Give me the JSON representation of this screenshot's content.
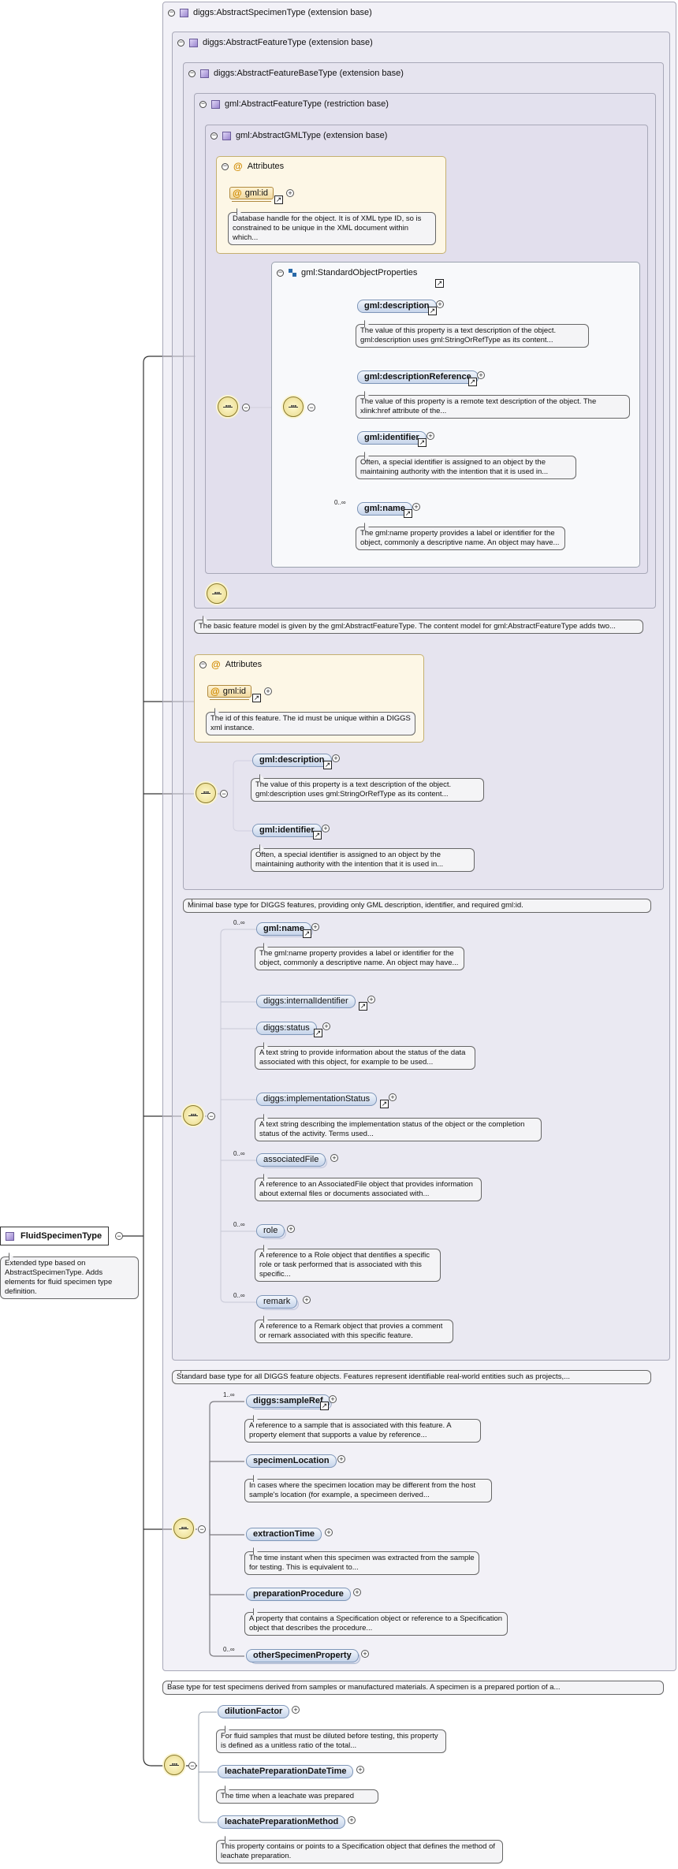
{
  "root": {
    "name": "FluidSpecimenType",
    "doc": "Extended type based on AbstractSpecimenType. Adds elements for fluid specimen type definition."
  },
  "types": {
    "specimen": "diggs:AbstractSpecimenType (extension base)",
    "feature": "diggs:AbstractFeatureType (extension base)",
    "featureBase": "diggs:AbstractFeatureBaseType (extension base)",
    "gmlFeature": "gml:AbstractFeatureType (restriction base)",
    "gmlType": "gml:AbstractGMLType (extension base)"
  },
  "attributes_label": "Attributes",
  "gml_attr": {
    "name": "gml:id",
    "doc": "Database handle for the object. It is of XML type ID, so is constrained to be unique in the XML document within which..."
  },
  "sop": {
    "title": "gml:StandardObjectProperties",
    "items": [
      {
        "name": "gml:description",
        "card": "",
        "doc": "The value of this property is a text description of the object. gml:description uses gml:StringOrRefType as its content..."
      },
      {
        "name": "gml:descriptionReference",
        "card": "",
        "doc": "The value of this property is a remote text description of the object. The xlink:href attribute of the..."
      },
      {
        "name": "gml:identifier",
        "card": "",
        "doc": "Often, a special identifier is assigned to an object by the maintaining authority with the intention that it is used in..."
      },
      {
        "name": "gml:name",
        "card": "0..∞",
        "doc": "The gml:name property provides a label or identifier for the object, commonly a descriptive name. An object may have..."
      }
    ]
  },
  "gmlFeature_doc": "The basic feature model is given by the gml:AbstractFeatureType. The content model for gml:AbstractFeatureType adds two...",
  "fb_attr": {
    "name": "gml:id",
    "doc": "The id of this feature. The id must be unique within a DIGGS xml instance."
  },
  "fb_items": [
    {
      "name": "gml:description",
      "doc": "The value of this property is a text description of the object. gml:description uses gml:StringOrRefType as its content..."
    },
    {
      "name": "gml:identifier",
      "doc": "Often, a special identifier is assigned to an object by the maintaining authority with the intention that it is used in..."
    }
  ],
  "featureBase_doc": "Minimal base type for DIGGS features, providing only GML description, identifier, and required gml:id.",
  "feature_items": [
    {
      "name": "gml:name",
      "card": "0..∞",
      "doc": "The gml:name property provides a label or identifier for the object, commonly a descriptive name. An object may have..."
    },
    {
      "name": "diggs:internalIdentifier",
      "card": "",
      "doc": ""
    },
    {
      "name": "diggs:status",
      "card": "",
      "doc": "A text string to provide information about the status of the data associated with this object, for example to be used..."
    },
    {
      "name": "diggs:implementationStatus",
      "card": "",
      "doc": "A text string describing the implementation status of the object or the completion status of the activity. Terms used..."
    },
    {
      "name": "associatedFile",
      "card": "0..∞",
      "doc": "A reference to an AssociatedFile object that provides information about external files or documents associated with..."
    },
    {
      "name": "role",
      "card": "0..∞",
      "doc": "A reference to a Role object that dentifies a specific role or task performed that is associated with this specific..."
    },
    {
      "name": "remark",
      "card": "0..∞",
      "doc": "A reference to a Remark object that provies a comment or remark associated with this specific feature."
    }
  ],
  "feature_doc": "Standard base type for all DIGGS feature objects. Features represent identifiable real-world entities such as projects,...",
  "specimen_items": [
    {
      "name": "diggs:sampleRef",
      "card": "1..∞",
      "doc": "A reference to a sample that is associated with this feature. A property element that supports a value by reference..."
    },
    {
      "name": "specimenLocation",
      "card": "",
      "doc": "In cases where the specimen location may be different from the host sample's location (for example, a specimeen derived..."
    },
    {
      "name": "extractionTime",
      "card": "",
      "doc": "The time instant when this specimen was extracted from the sample for testing. This is equivalent to..."
    },
    {
      "name": "preparationProcedure",
      "card": "",
      "doc": "A property that contains a Specification object or reference to a Specification object that describes the procedure..."
    },
    {
      "name": "otherSpecimenProperty",
      "card": "0..∞",
      "doc": ""
    }
  ],
  "specimen_doc": "Base type for test specimens derived from samples or manufactured materials. A specimen is a prepared portion of a...",
  "fluid_items": [
    {
      "name": "dilutionFactor",
      "doc": "For fluid samples that must be diluted before testing, this property is defined as a unitless ratio of the total..."
    },
    {
      "name": "leachatePreparationDateTime",
      "doc": "The time when a leachate was prepared"
    },
    {
      "name": "leachatePreparationMethod",
      "doc": "This property contains or points to a Specification object that defines the method of leachate preparation."
    }
  ]
}
